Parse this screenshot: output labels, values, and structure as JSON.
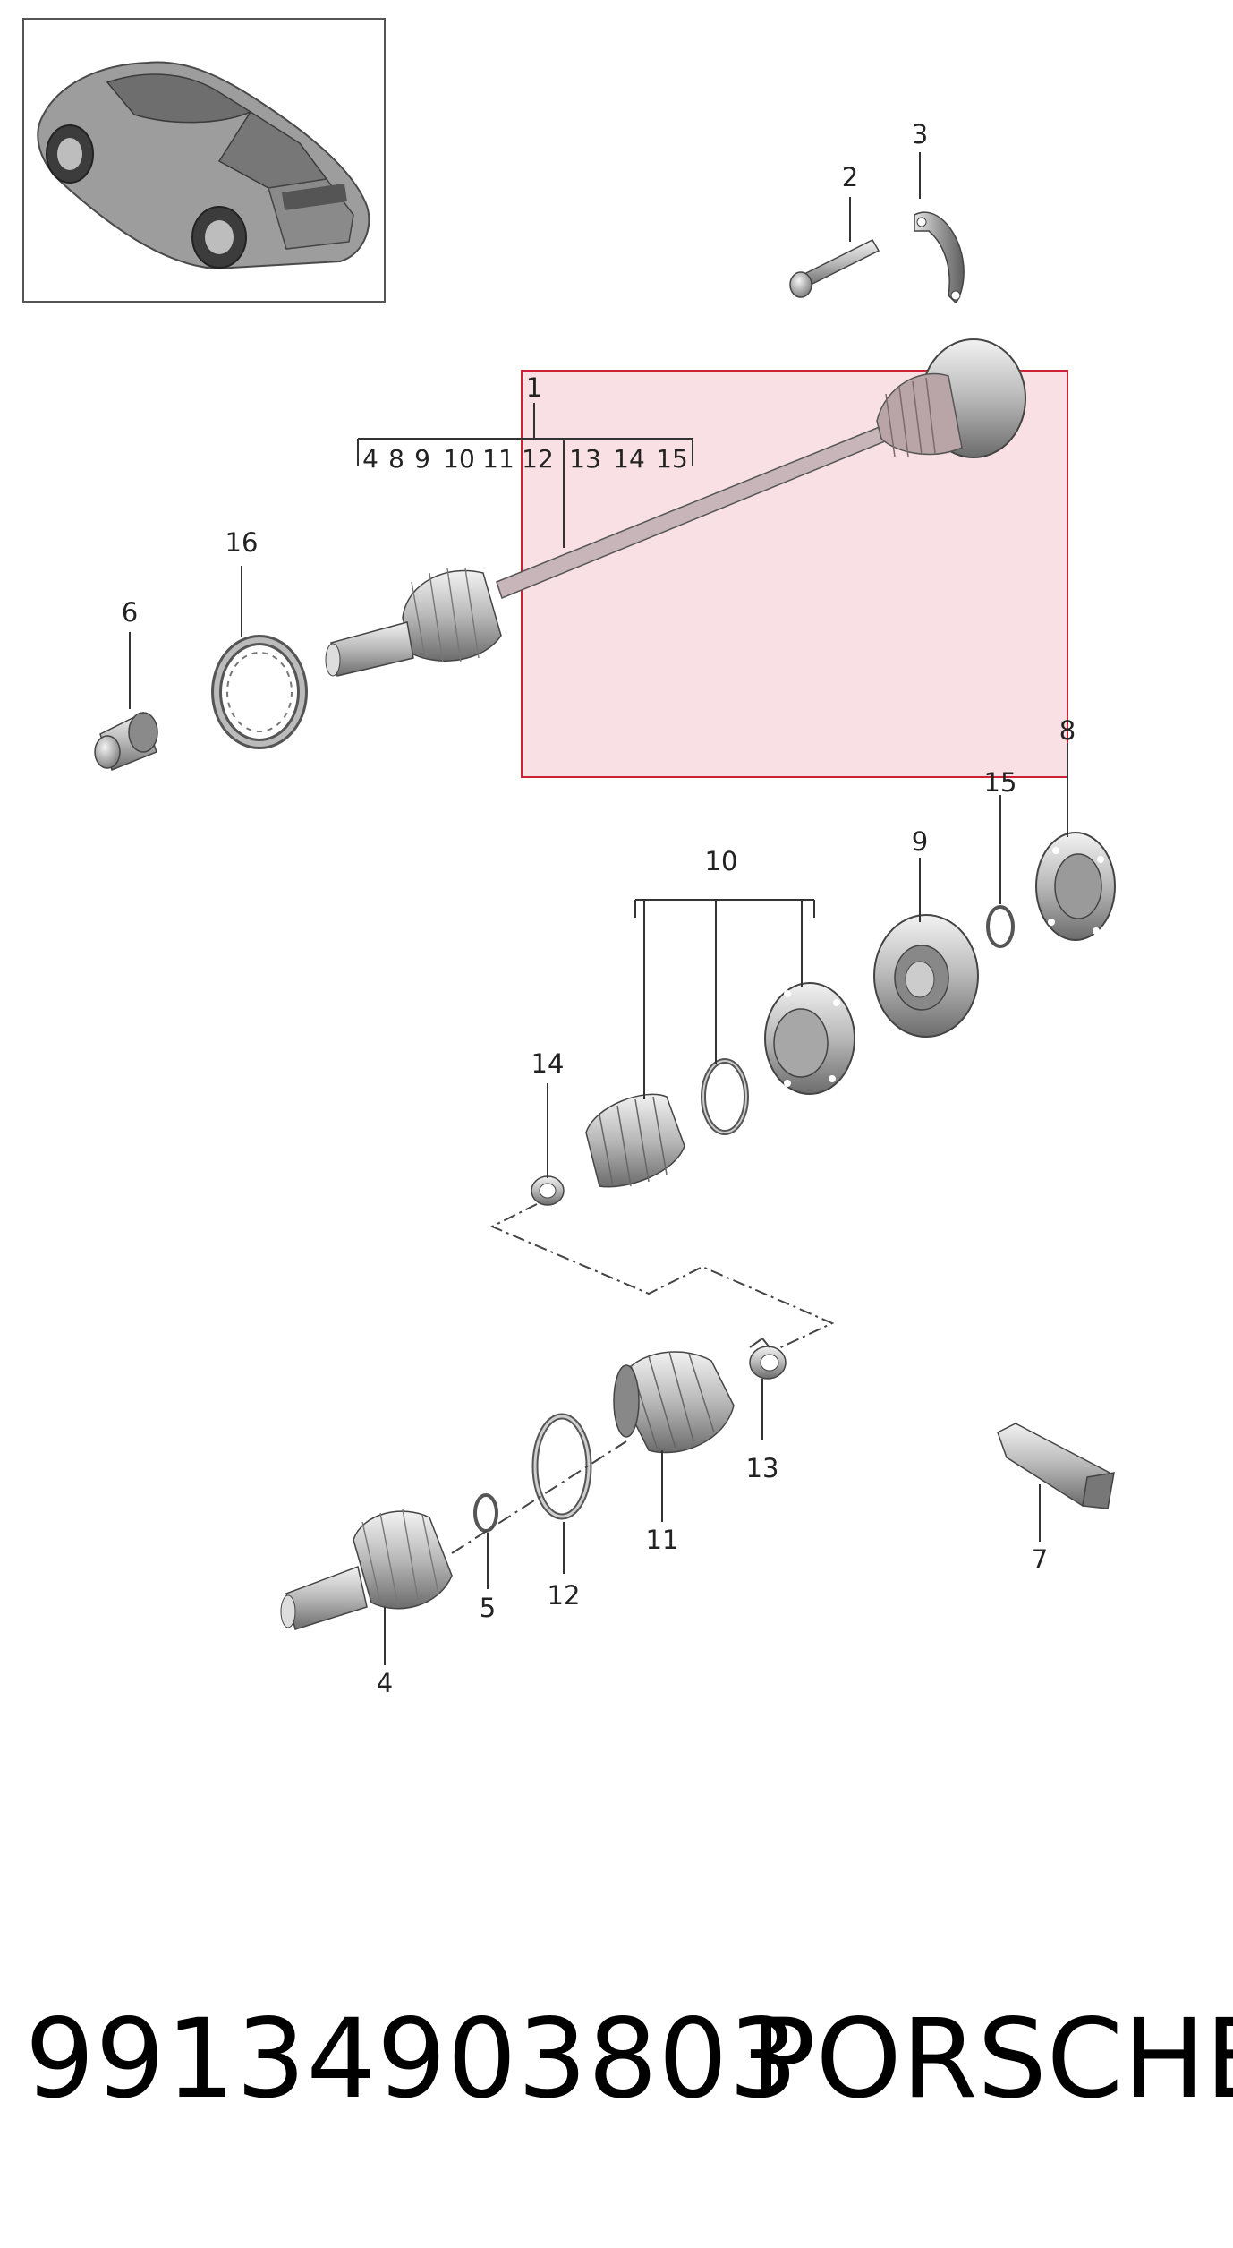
{
  "diagram": {
    "callouts": {
      "c1": "1",
      "c2": "2",
      "c3": "3",
      "c4": "4",
      "c5": "5",
      "c6": "6",
      "c7": "7",
      "c8": "8",
      "c9": "9",
      "c10": "10",
      "c11": "11",
      "c12": "12",
      "c13": "13",
      "c14": "14",
      "c15": "15",
      "c16": "16"
    },
    "kit_list": [
      "4",
      "8",
      "9",
      "10",
      "11",
      "12",
      "13",
      "14",
      "15"
    ],
    "highlight_color": "#cc2233",
    "highlight_fill": "#f3c7ce"
  },
  "footer": {
    "part_number": "99134903803",
    "brand": "PORSCHE"
  }
}
